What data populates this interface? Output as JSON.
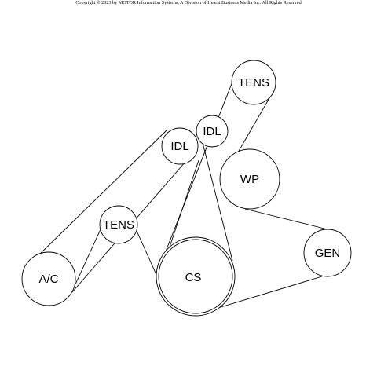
{
  "copyright": "Copyright © 2023 by MOTOR Information Systems, A Division of Hearst Business Media Inc. All Rights Reserved",
  "pulleys": {
    "tens_top": "TENS",
    "idl_small": "IDL",
    "idl": "IDL",
    "wp": "WP",
    "tens_left": "TENS",
    "gen": "GEN",
    "ac": "A/C",
    "cs": "CS"
  }
}
